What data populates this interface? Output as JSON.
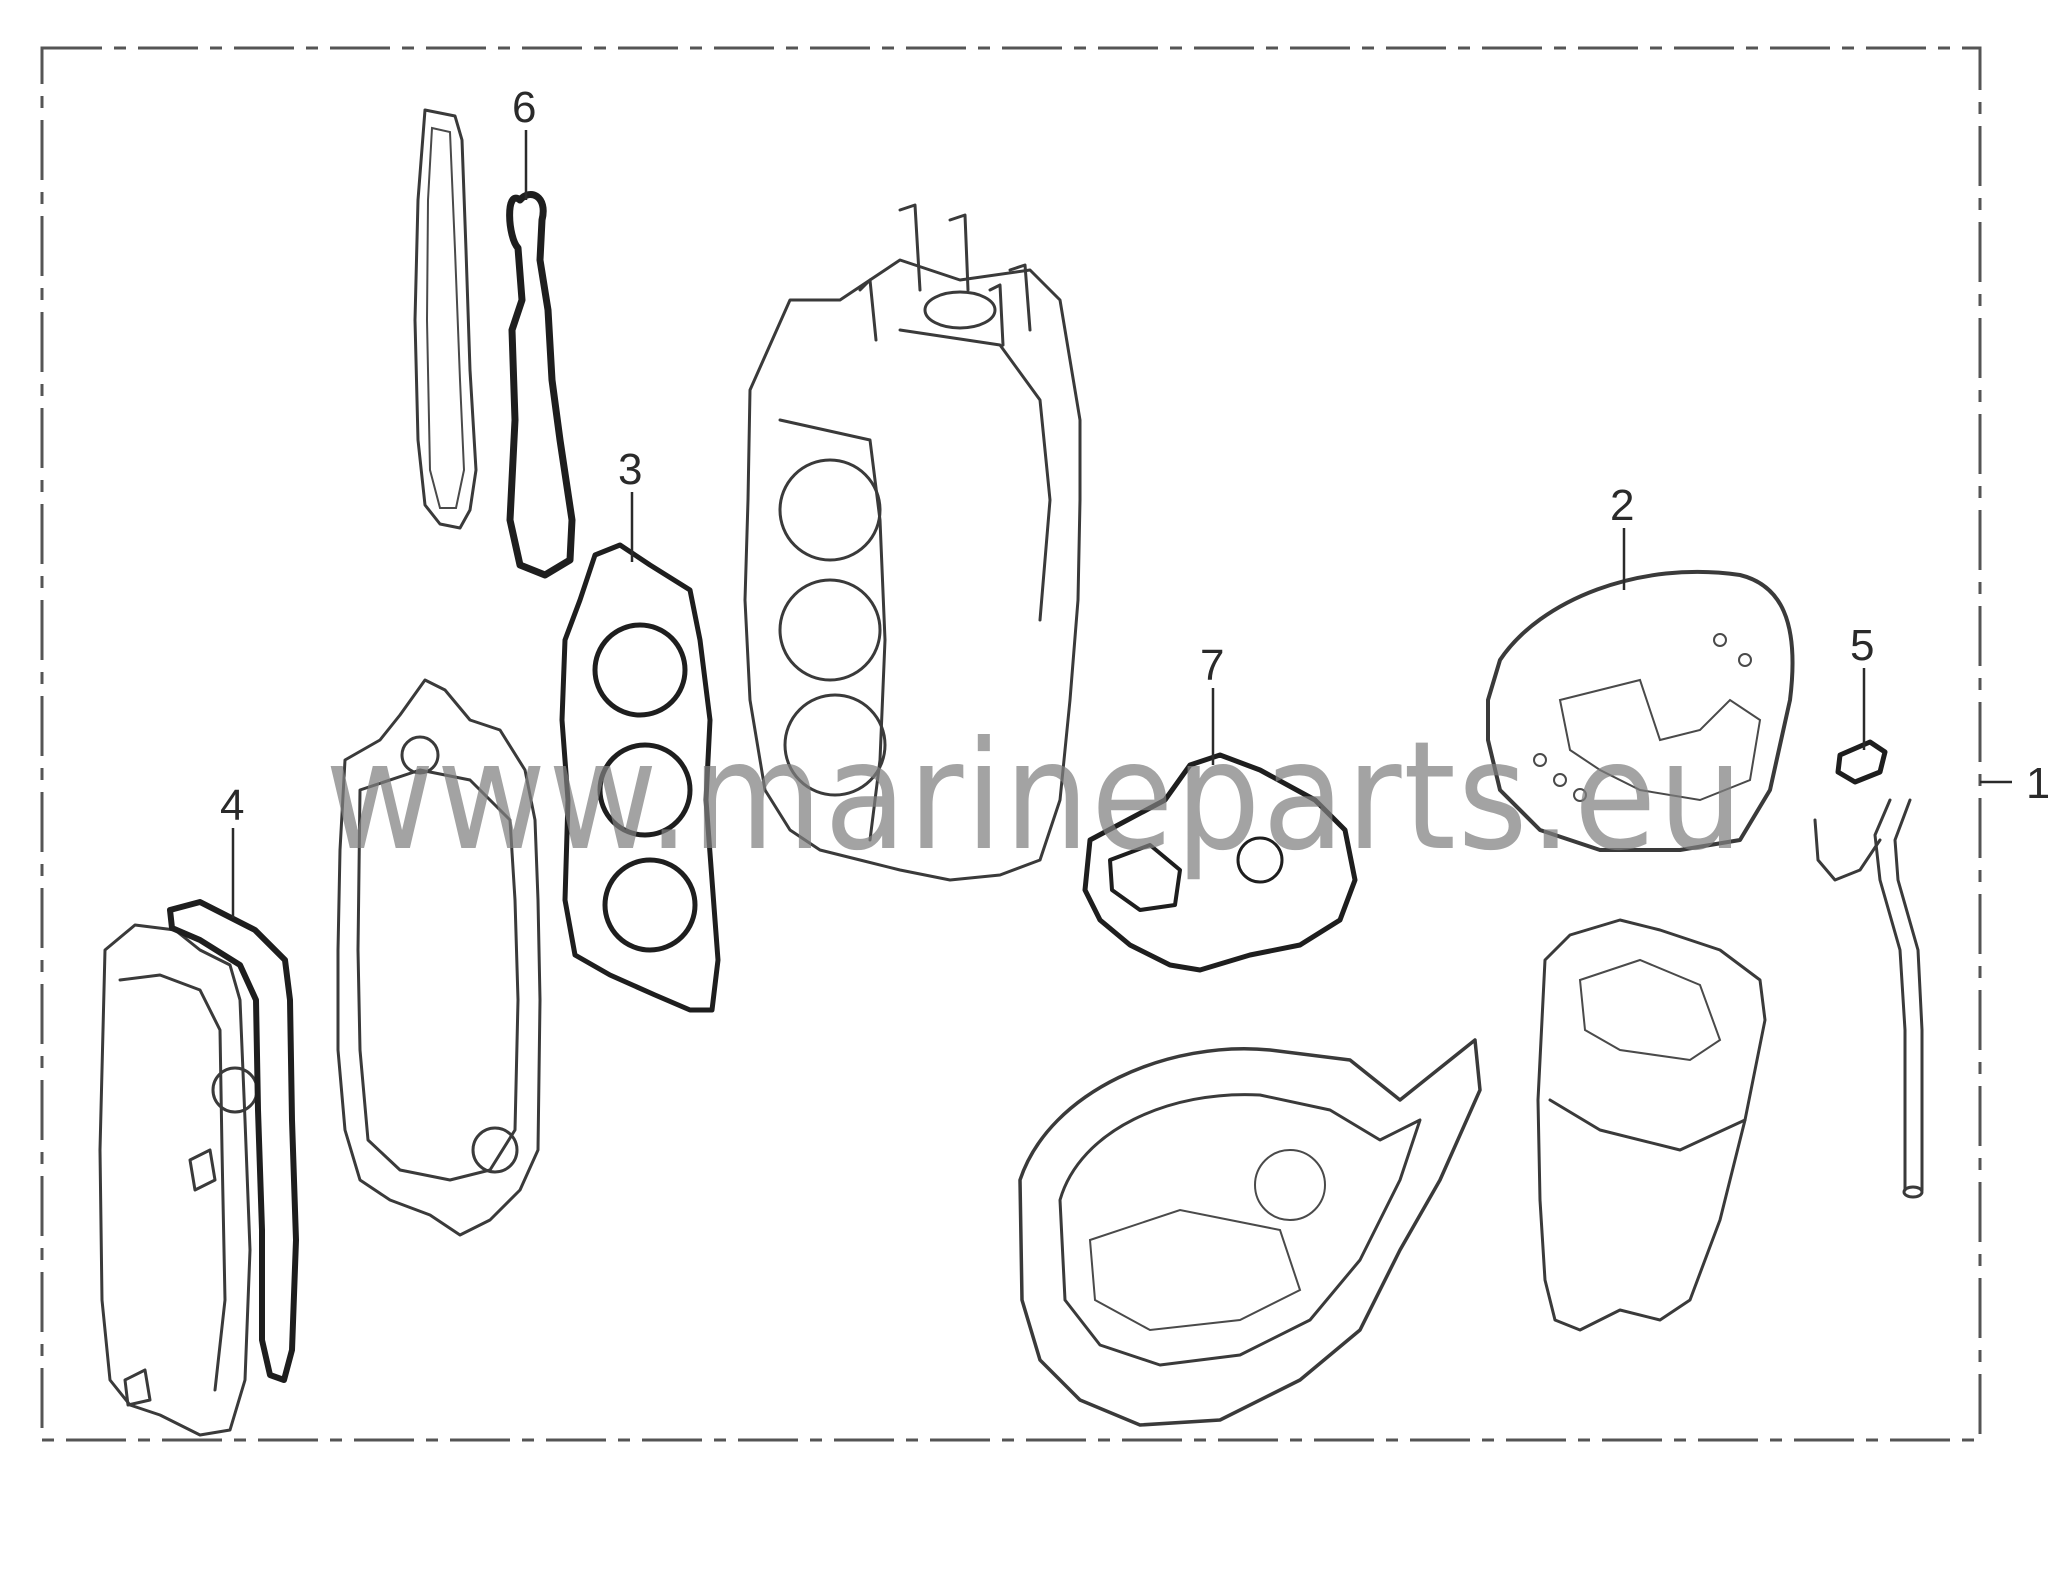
{
  "diagram": {
    "callouts": [
      {
        "id": "1",
        "label": "1"
      },
      {
        "id": "2",
        "label": "2"
      },
      {
        "id": "3",
        "label": "3"
      },
      {
        "id": "4",
        "label": "4"
      },
      {
        "id": "5",
        "label": "5"
      },
      {
        "id": "6",
        "label": "6"
      },
      {
        "id": "7",
        "label": "7"
      }
    ],
    "watermark": "www.marineparts.eu",
    "colors": {
      "line": "#3a3a3a",
      "gasket": "#1e1e1e",
      "watermark": "#7f7f7f",
      "frame": "#555555"
    }
  }
}
